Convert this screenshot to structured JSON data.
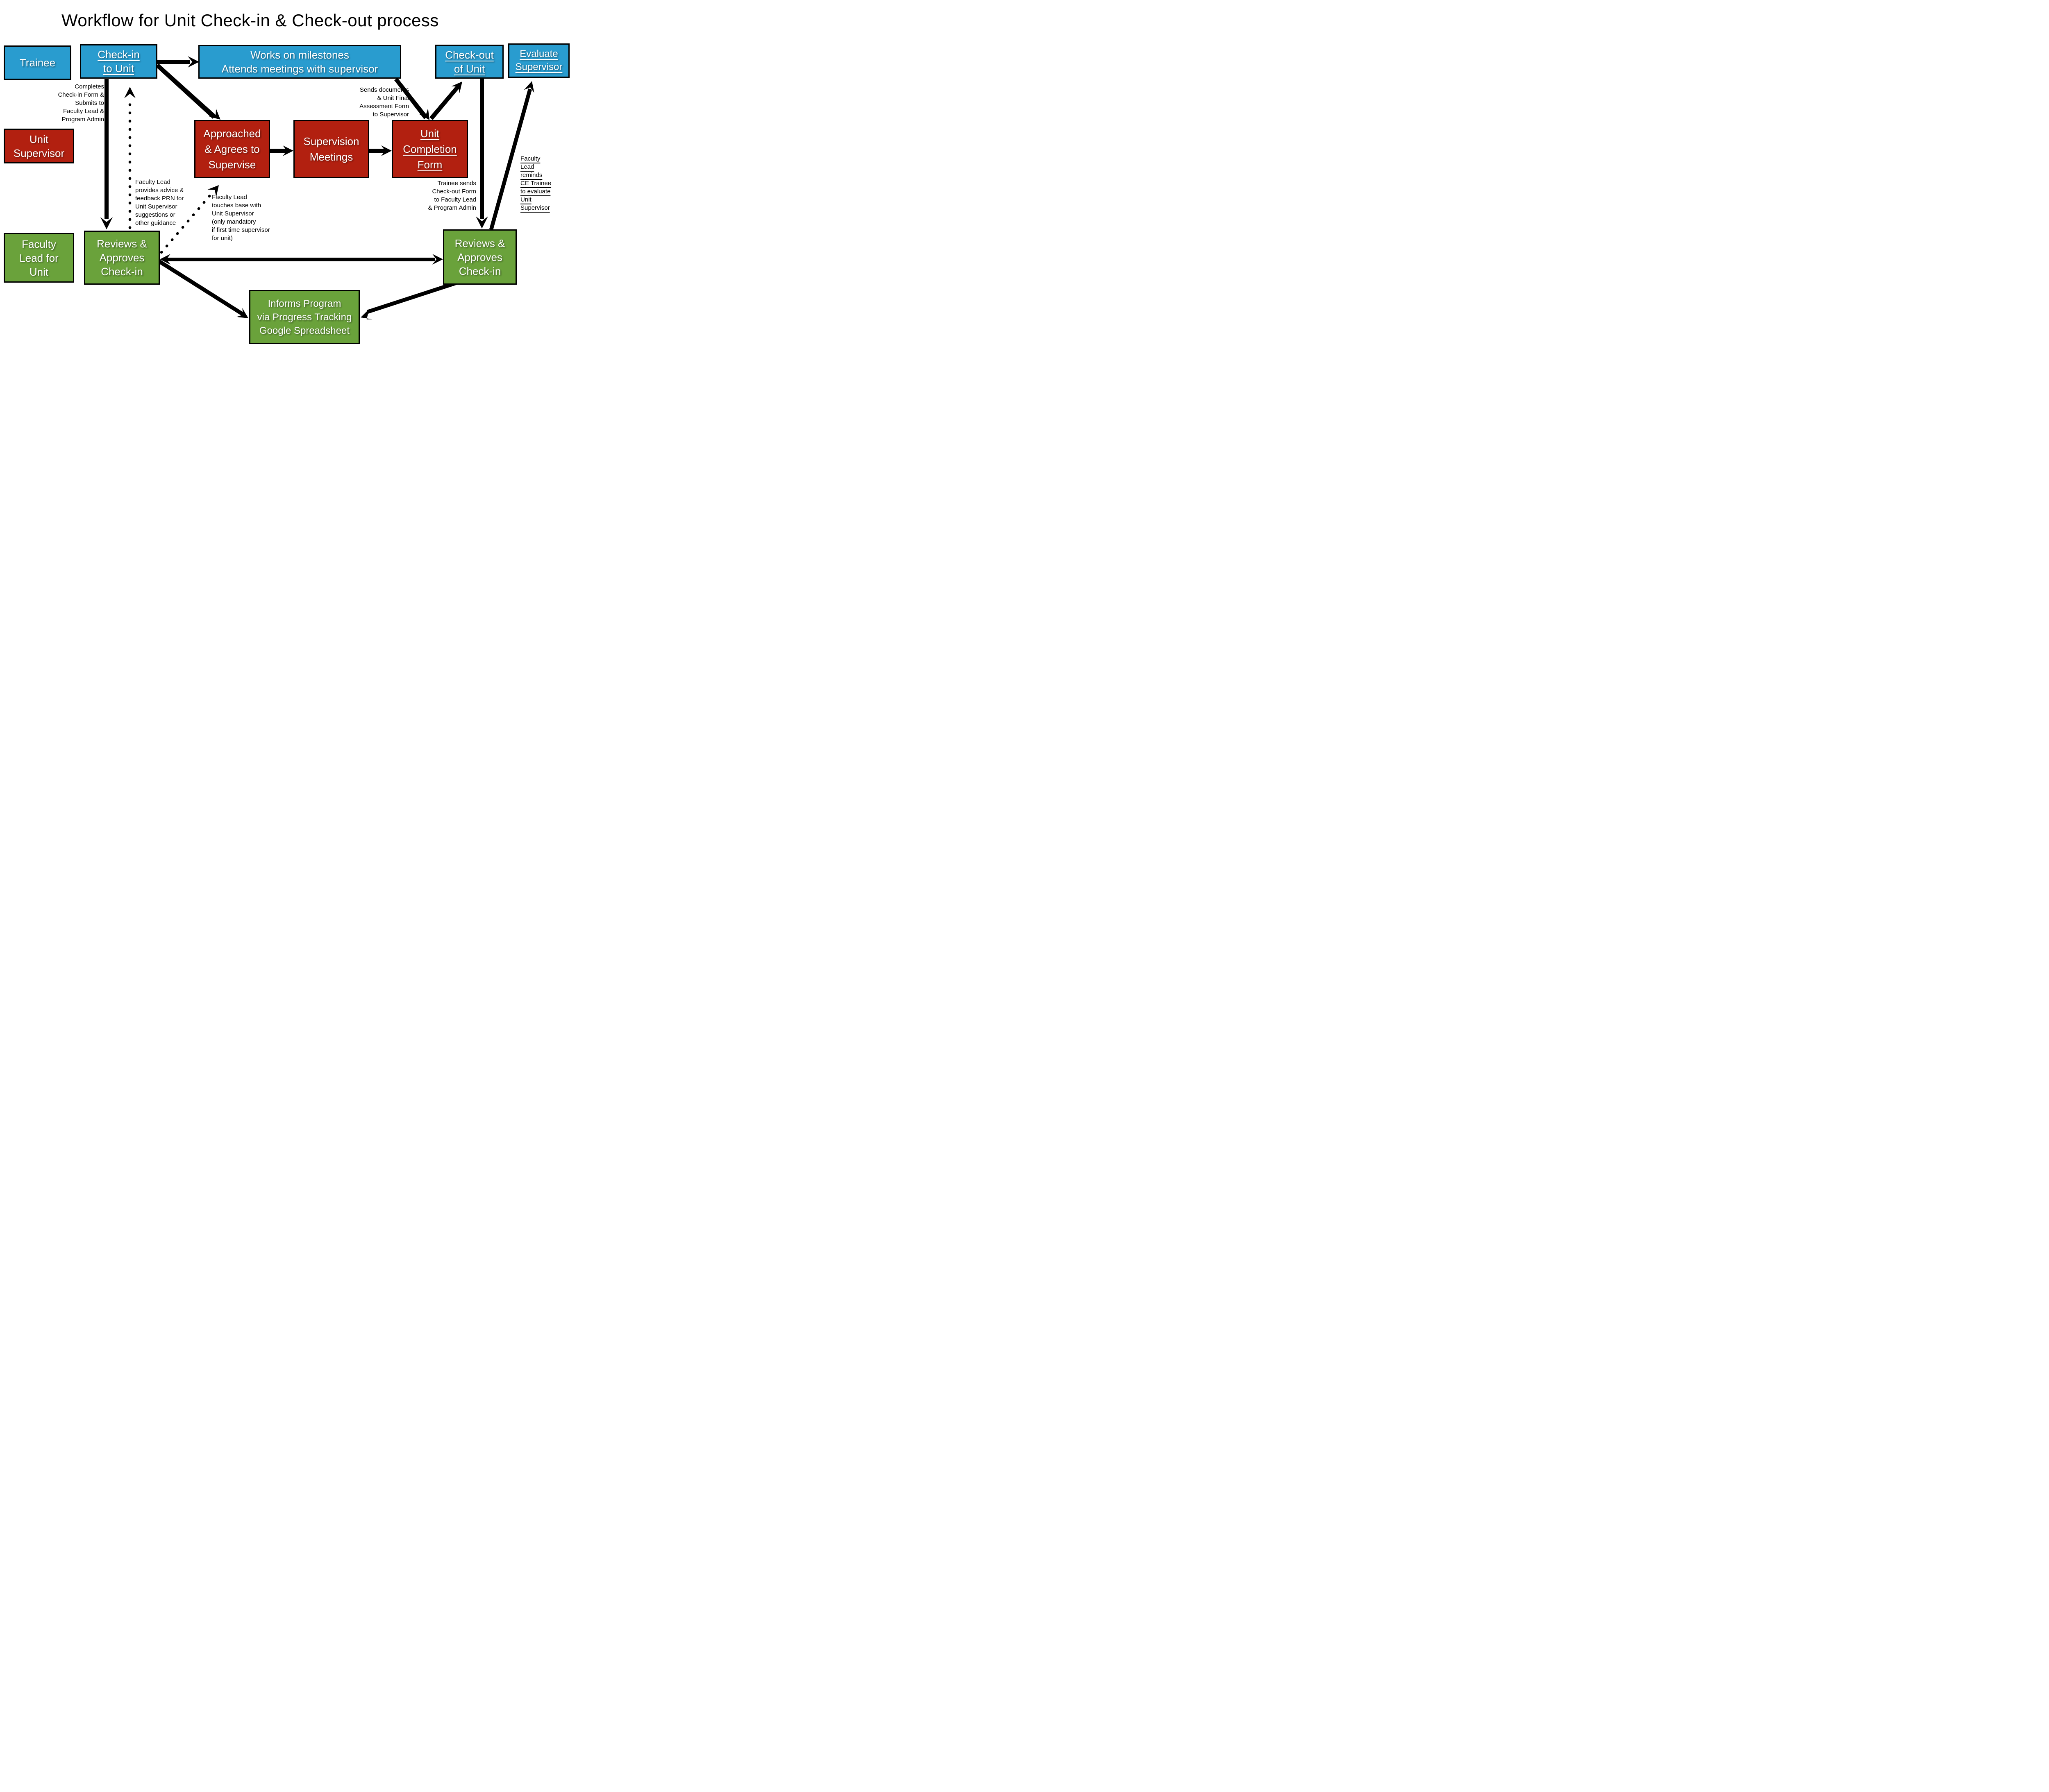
{
  "title": "Workflow for Unit Check-in & Check-out process",
  "colors": {
    "trainee_blue": "#299CCF",
    "supervisor_red": "#B22010",
    "faculty_green": "#6AA23B",
    "arrow_black": "#000000",
    "background": "#FFFFFF"
  },
  "boxes": {
    "trainee": {
      "label": "Trainee"
    },
    "checkin": {
      "label": "Check-in\nto Unit"
    },
    "works": {
      "label": "Works on milestones\nAttends meetings with supervisor"
    },
    "checkout": {
      "label": "Check-out\nof Unit"
    },
    "evaluate": {
      "label": "Evaluate\nSupervisor"
    },
    "unit_supervisor": {
      "label": "Unit\nSupervisor"
    },
    "approached": {
      "label": "Approached\n& Agrees to\nSupervise"
    },
    "supervision_meetings": {
      "label": "Supervision\nMeetings"
    },
    "completion_form": {
      "label": "Unit\nCompletion\nForm"
    },
    "faculty_lead": {
      "label": "Faculty\nLead for\nUnit"
    },
    "reviews_checkin_left": {
      "label": "Reviews &\nApproves\nCheck-in"
    },
    "reviews_checkin_right": {
      "label": "Reviews &\nApproves\nCheck-in"
    },
    "informs_program": {
      "label": "Informs Program\nvia Progress Tracking\nGoogle Spreadsheet"
    }
  },
  "annotations": {
    "completes": "Completes\nCheck-in Form &\nSubmits to\nFaculty Lead &\nProgram Admin",
    "sends_documents": "Sends documents\n& Unit Final\nAssessment Form\nto Supervisor",
    "advice": "Faculty Lead\nprovides advice &\nfeedback PRN for\nUnit Supervisor\nsuggestions or\nother guidance",
    "touches_base": "Faculty Lead\ntouches base with\nUnit Supervisor\n(only mandatory\nif first time supervisor\nfor unit)",
    "trainee_sends": "Trainee sends\nCheck-out Form\nto Faculty Lead\n& Program Admin",
    "reminds": "Faculty\nLead\nreminds\nCE Trainee\nto evaluate\nUnit\nSupervisor"
  }
}
